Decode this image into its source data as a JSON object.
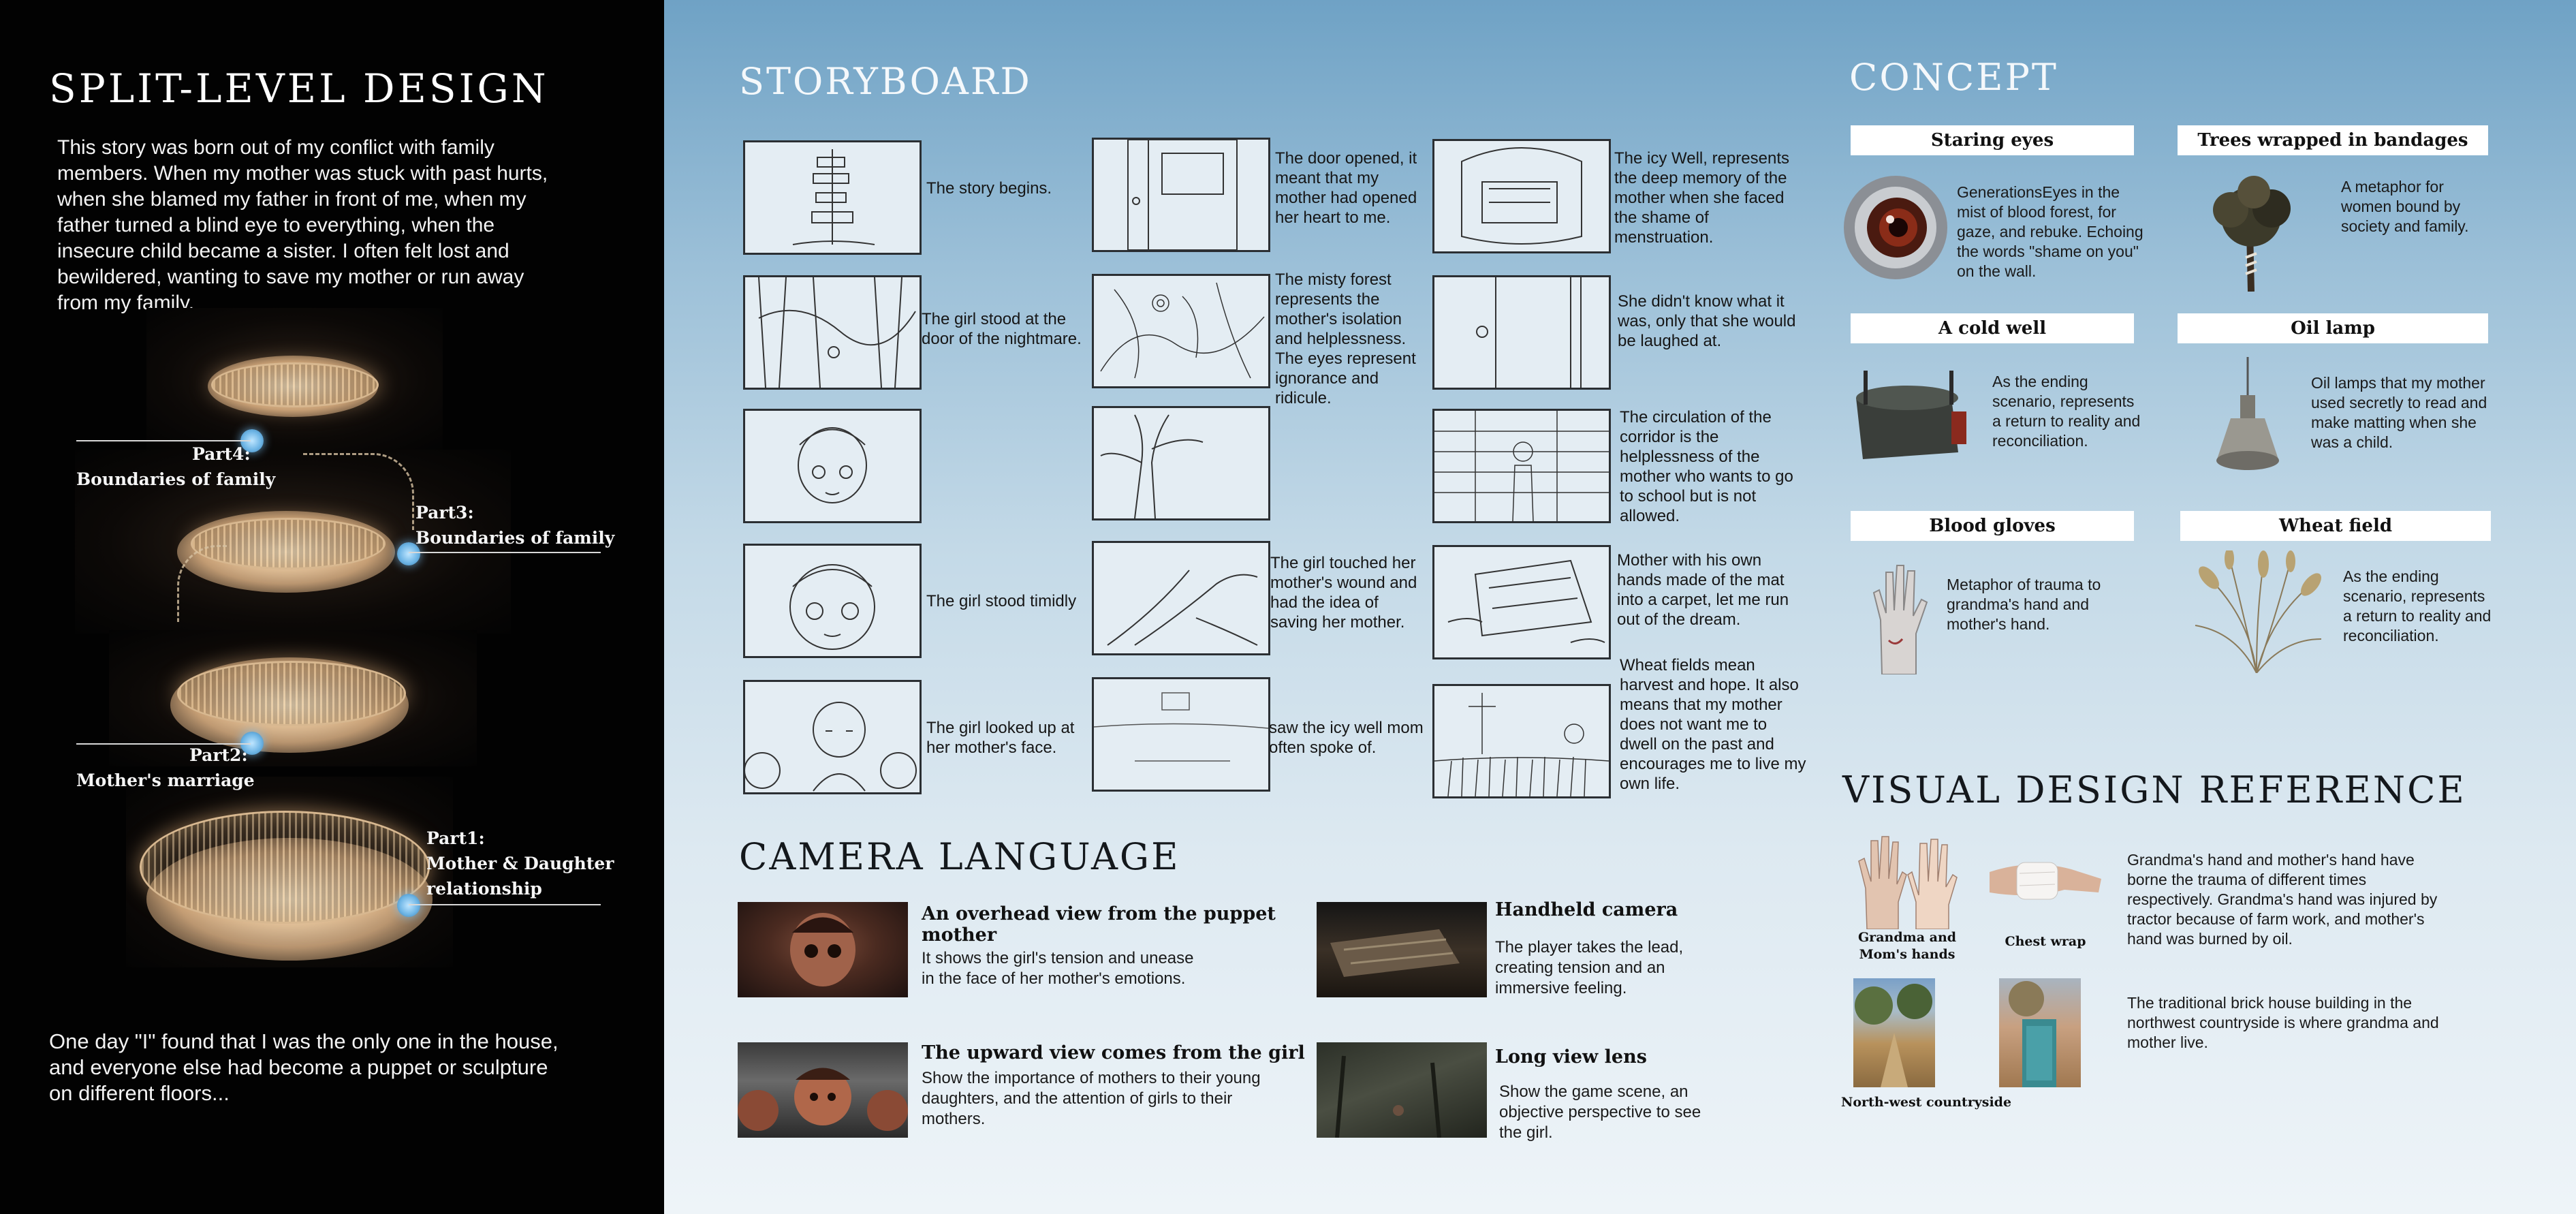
{
  "left": {
    "title": "SPLIT-LEVEL DESIGN",
    "intro": "This story was born out of my conflict with family members. When my mother was stuck with past hurts, when she blamed my father in front of me, when my father turned a blind eye to everything, when the insecure child became a sister. I often felt lost and bewildered, wanting to save my mother or run away from my family.",
    "outro": "One day \"I\" found that I was the only one in the house, and everyone else had become a puppet or sculpture on different floors...",
    "parts": [
      {
        "num": "Part4:",
        "name": "Boundaries of family"
      },
      {
        "num": "Part3:",
        "name": "Boundaries of family"
      },
      {
        "num": "Part2:",
        "name": "Mother's marriage"
      },
      {
        "num": "Part1:",
        "name": "Mother & Daughter",
        "name2": "relationship"
      }
    ]
  },
  "storyboard": {
    "title": "STORYBOARD",
    "captions": [
      "The story begins.",
      "The girl stood at the door of the nightmare.",
      "",
      "The girl stood timidly",
      "The girl looked up at her mother's face.",
      "The door opened, it meant that my mother had opened her heart to me.",
      "The misty forest represents the mother's isolation and helplessness. The eyes represent ignorance and ridicule.",
      "",
      "The girl touched her mother's wound and had the idea of saving her mother.",
      "saw the icy well mom often spoke of.",
      "The icy Well, represents the deep memory of the mother when she faced the shame of menstruation.",
      "She didn't know what it was, only that she would be laughed at.",
      "The circulation of the corridor is the helplessness of the mother who wants to go to school but is not allowed.",
      "Mother with his own hands made of the mat into a carpet, let me run out of the dream.",
      "Wheat fields mean harvest and hope. It also means that my mother does not want me to dwell on the past and encourages me to live my own life."
    ]
  },
  "camera": {
    "title": "CAMERA LANGUAGE",
    "items": [
      {
        "heading": "An overhead view from the puppet mother",
        "text": "It shows the girl's tension and unease in the face of her mother's emotions."
      },
      {
        "heading": "The upward view comes from the girl",
        "text": "Show the importance of mothers to their young daughters, and the attention of girls to their mothers."
      },
      {
        "heading": "Handheld camera",
        "text": "The player takes the lead, creating tension and an immersive feeling."
      },
      {
        "heading": "Long view lens",
        "text": "Show the game scene, an objective perspective to see the girl."
      }
    ]
  },
  "concept": {
    "title": "CONCEPT",
    "items": [
      {
        "label": "Staring eyes",
        "text": "GenerationsEyes in the mist of blood forest, for gaze, and rebuke. Echoing the words \"shame on you\" on the wall."
      },
      {
        "label": "Trees wrapped in bandages",
        "text": "A metaphor for women bound by society and family."
      },
      {
        "label": "A cold well",
        "text": "As the ending scenario, represents a return to reality and reconciliation."
      },
      {
        "label": "Oil lamp",
        "text": "Oil lamps that my mother used secretly to read and make matting when she was a child."
      },
      {
        "label": "Blood gloves",
        "text": "Metaphor of trauma to grandma's hand and mother's hand."
      },
      {
        "label": "Wheat field",
        "text": "As the ending scenario, represents a return to reality and reconciliation."
      }
    ]
  },
  "visual": {
    "title": "VISUAL DESIGN REFERENCE",
    "cap_hands": "Grandma and Mom's hands",
    "cap_wrap": "Chest wrap",
    "text1": "Grandma's hand and mother's hand have borne the trauma of different times respectively. Grandma's hand was injured by tractor because of farm work, and mother's hand was burned by oil.",
    "cap_country": "North-west countryside",
    "text2": "The traditional brick house building in the northwest countryside is where grandma and mother live."
  }
}
